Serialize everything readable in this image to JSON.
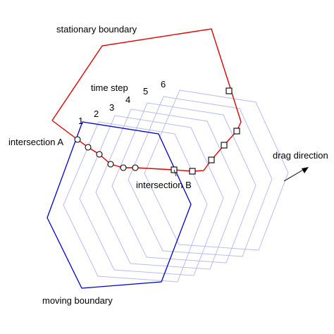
{
  "labels": {
    "stationary": "stationary boundary",
    "moving": "moving boundary",
    "time_step": "time step",
    "intersection_a": "intersection A",
    "intersection_b": "intersection B",
    "drag_direction": "drag direction"
  },
  "time_steps": [
    "1",
    "2",
    "3",
    "4",
    "5",
    "6"
  ],
  "colors": {
    "stationary": "#e00000",
    "moving": "#0000cc",
    "ghost": "#b8bdf0",
    "text": "#000000",
    "markers": "#000000"
  },
  "marker_shapes": {
    "left_run": "circle",
    "right_run": "square"
  }
}
